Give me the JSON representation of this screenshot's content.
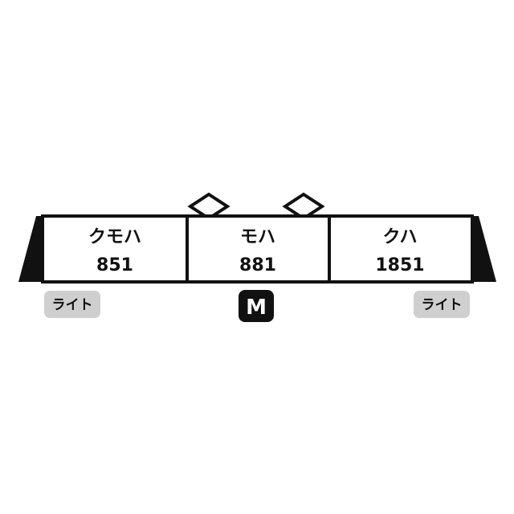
{
  "cars": [
    {
      "type": "クモハ",
      "number": "851"
    },
    {
      "type": "モハ",
      "number": "881"
    },
    {
      "type": "クハ",
      "number": "1851"
    }
  ],
  "badges": {
    "left_light": "ライト",
    "right_light": "ライト",
    "motor": "M"
  },
  "colors": {
    "outline": "#111111",
    "badge_bg": "#cfcfcf",
    "motor_bg": "#111111",
    "cab_fill": "#111111"
  }
}
